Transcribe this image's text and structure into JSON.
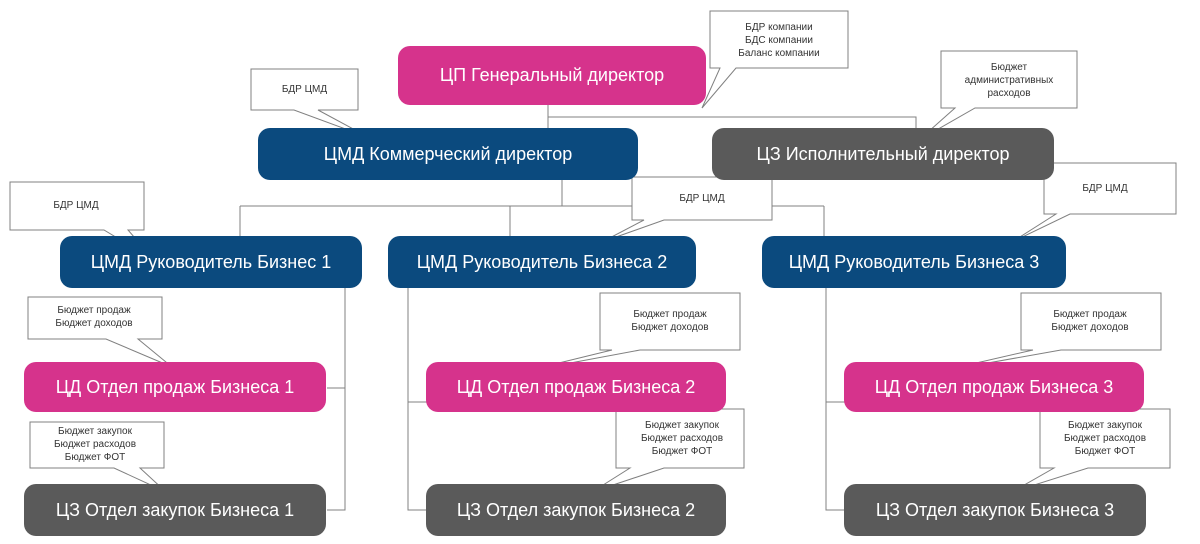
{
  "colors": {
    "pink": "#d6338c",
    "blue": "#0b4a7e",
    "gray": "#5a5a5a",
    "line": "#808080"
  },
  "nodes": {
    "ceo": "ЦП Генеральный директор",
    "commercial": "ЦМД Коммерческий директор",
    "executive": "ЦЗ Исполнительный директор",
    "biz1": "ЦМД Руководитель Бизнес 1",
    "biz2": "ЦМД Руководитель Бизнеса 2",
    "biz3": "ЦМД Руководитель Бизнеса 3",
    "sales1": "ЦД Отдел продаж Бизнеса 1",
    "sales2": "ЦД Отдел продаж Бизнеса 2",
    "sales3": "ЦД Отдел продаж Бизнеса 3",
    "purch1": "ЦЗ Отдел закупок Бизнеса 1",
    "purch2": "ЦЗ Отдел закупок Бизнеса 2",
    "purch3": "ЦЗ Отдел закупок Бизнеса 3"
  },
  "callouts": {
    "ceo": "БДР компании\nБДС компании\nБаланс компании",
    "commercial": "БДР ЦМД",
    "executive": "Бюджет\nадминистративных\nрасходов",
    "biz1": "БДР ЦМД",
    "biz2": "БДР ЦМД",
    "biz3": "БДР ЦМД",
    "sales1": "Бюджет продаж\nБюджет доходов",
    "sales2": "Бюджет продаж\nБюджет доходов",
    "sales3": "Бюджет продаж\nБюджет доходов",
    "purch1": "Бюджет закупок\nБюджет расходов\nБюджет ФОТ",
    "purch2": "Бюджет закупок\nБюджет расходов\nБюджет ФОТ",
    "purch3": "Бюджет закупок\nБюджет расходов\nБюджет ФОТ"
  }
}
